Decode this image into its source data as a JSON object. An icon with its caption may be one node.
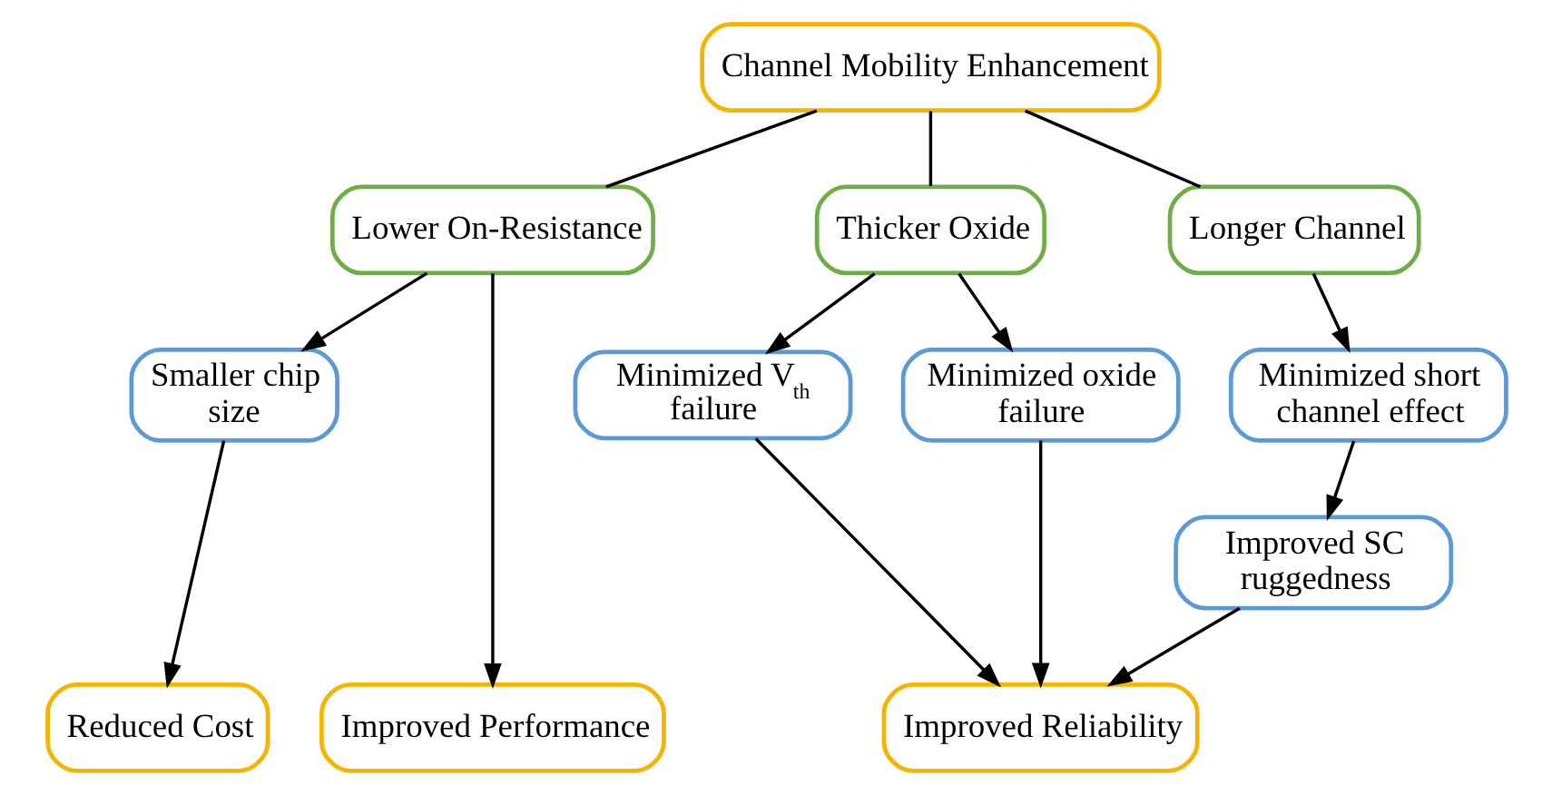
{
  "diagram": {
    "nodes": [
      {
        "text": [
          "Channel Mobility Enhancement"
        ]
      },
      {
        "text": [
          "Lower On-Resistance"
        ]
      },
      {
        "text": [
          "Thicker Oxide"
        ]
      },
      {
        "text": [
          "Longer Channel"
        ]
      },
      {
        "text": [
          "Smaller chip size"
        ]
      },
      {
        "text": [
          "Minimized V$_{th}$ failure"
        ]
      },
      {
        "text": [
          "Minimized oxide failure"
        ]
      },
      {
        "text": [
          "Minimized short channel effect"
        ]
      },
      {
        "text": [
          "Improved SC ruggedness"
        ]
      },
      {
        "text": [
          "Improved Performance"
        ]
      },
      {
        "text": [
          "Reduced Cost"
        ]
      },
      {
        "text": [
          "Improved Reliability"
        ]
      }
    ],
    "edges": [
      {
        "from": 0,
        "to": 1,
        "arrow": "none"
      },
      {
        "from": 0,
        "to": 2,
        "arrow": "none"
      },
      {
        "from": 0,
        "to": 3,
        "arrow": "none"
      },
      {
        "from": 1,
        "to": 9,
        "arrow": "to"
      },
      {
        "from": 1,
        "to": 4,
        "arrow": "to"
      },
      {
        "from": 2,
        "to": 5,
        "arrow": "to"
      },
      {
        "from": 2,
        "to": 6,
        "arrow": "to"
      },
      {
        "from": 3,
        "to": 7,
        "arrow": "to"
      },
      {
        "from": 7,
        "to": 8,
        "arrow": "to"
      },
      {
        "from": 4,
        "to": 10,
        "arrow": "to"
      },
      {
        "from": 5,
        "to": 11,
        "arrow": "to"
      },
      {
        "from": 6,
        "to": 11,
        "arrow": "to"
      },
      {
        "from": 8,
        "to": 11,
        "arrow": "to"
      }
    ]
  }
}
